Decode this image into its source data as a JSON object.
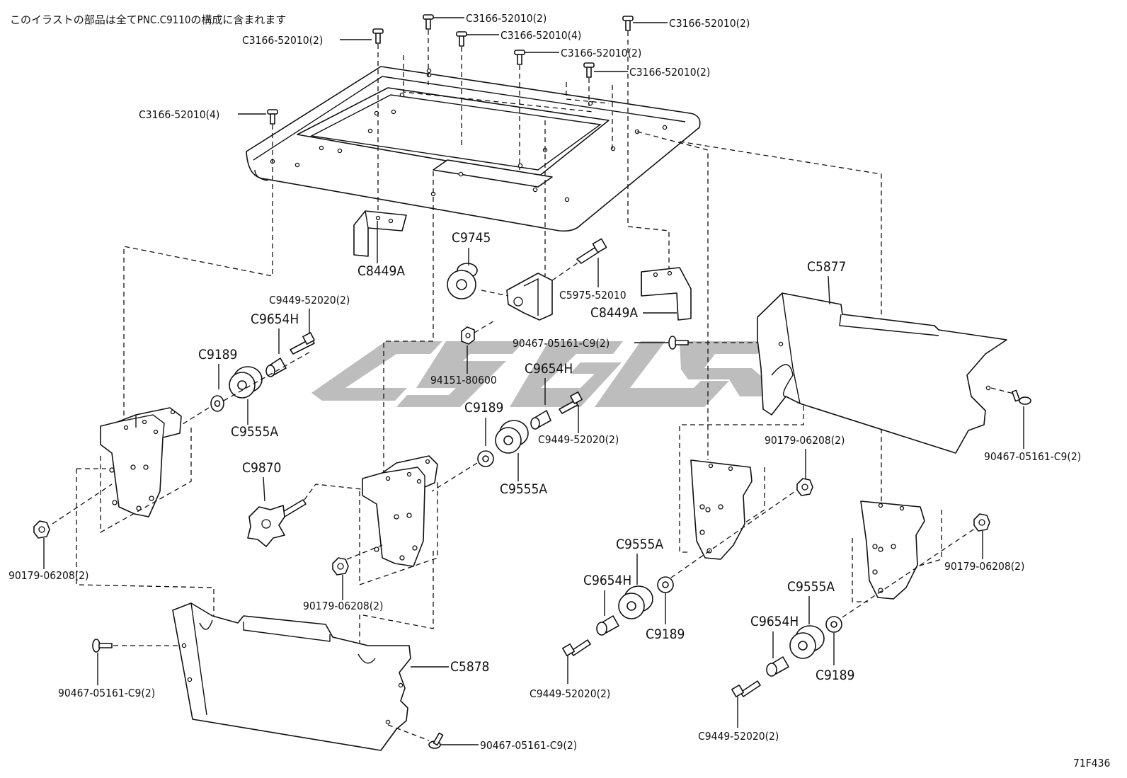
{
  "header": {
    "note": "このイラストの部品は全てPNC.C9110の構成に含まれます"
  },
  "footer": {
    "figure_code": "71F436"
  },
  "watermark": {
    "text": "CSGL"
  },
  "labels": {
    "screw_c3166_2_a": "C3166-52010(2)",
    "screw_c3166_2_b": "C3166-52010(2)",
    "screw_c3166_4_a": "C3166-52010(4)",
    "screw_c3166_2_c": "C3166-52010(2)",
    "screw_c3166_2_d": "C3166-52010(2)",
    "screw_c3166_2_e": "C3166-52010(2)",
    "screw_c3166_4_b": "C3166-52010(4)",
    "bracket_c8449a_top": "C8449A",
    "bracket_c8449a_right": "C8449A",
    "bolt_c5975": "C5975-52010",
    "bushing_c9745": "C9745",
    "nut_94151": "94151-80600",
    "clip_90467_mid": "90467-05161-C9(2)",
    "cover_c5877": "C5877",
    "clip_90467_right": "90467-05161-C9(2)",
    "bolt_c9449_a": "C9449-52020(2)",
    "collar_c9654h_a": "C9654H",
    "washer_c9189_a": "C9189",
    "cushion_c9555a_a": "C9555A",
    "collar_c9654h_b": "C9654H",
    "washer_c9189_b": "C9189",
    "bolt_c9449_b": "C9449-52020(2)",
    "cushion_c9555a_b": "C9555A",
    "knob_c9870": "C9870",
    "nut_90179_a": "90179-06208(2)",
    "nut_90179_b": "90179-06208(2)",
    "nut_90179_c": "90179-06208(2)",
    "nut_90179_d": "90179-06208(2)",
    "cushion_c9555a_c": "C9555A",
    "collar_c9654h_c": "C9654H",
    "washer_c9189_c": "C9189",
    "bolt_c9449_c": "C9449-52020(2)",
    "cushion_c9555a_d": "C9555A",
    "collar_c9654h_d": "C9654H",
    "washer_c9189_d": "C9189",
    "bolt_c9449_d": "C9449-52020(2)",
    "clip_90467_left": "90467-05161-C9(2)",
    "cover_c5878": "C5878",
    "clip_90467_bottom": "90467-05161-C9(2)"
  },
  "icons": {
    "screw": "screw-icon",
    "bolt": "bolt-icon",
    "nut": "nut-icon",
    "washer": "washer-icon",
    "bushing": "bushing-icon",
    "clip": "push-clip-icon",
    "knob": "star-knob-icon"
  },
  "colors": {
    "line": "#111111",
    "watermark": "#bdbdbd",
    "background": "#ffffff"
  }
}
